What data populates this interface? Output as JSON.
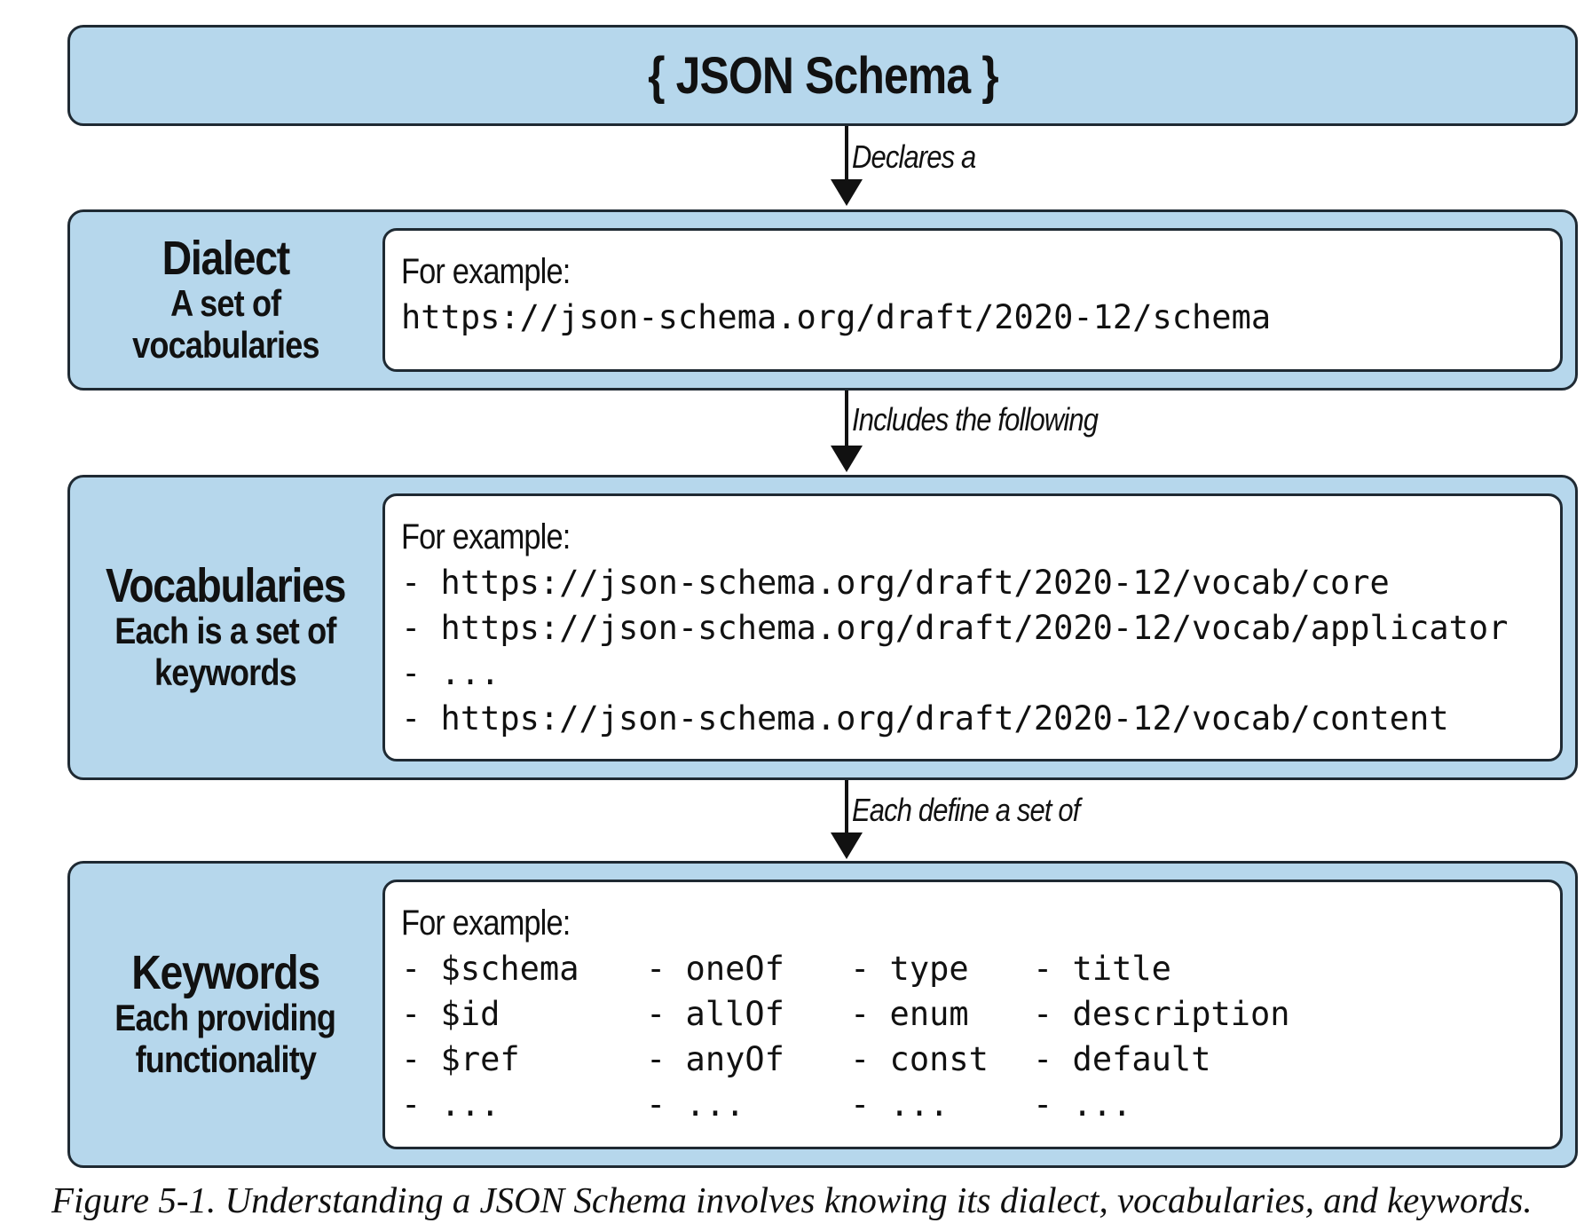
{
  "diagram": {
    "top_box": {
      "title": "{ JSON Schema }"
    },
    "arrows": [
      {
        "label": "Declares a"
      },
      {
        "label": "Includes the following"
      },
      {
        "label": "Each define a set of"
      }
    ],
    "dialect": {
      "title": "Dialect",
      "subtitle_line1": "A set of",
      "subtitle_line2": "vocabularies",
      "example_heading": "For example:",
      "example_url": "https://json-schema.org/draft/2020-12/schema"
    },
    "vocabularies": {
      "title": "Vocabularies",
      "subtitle_line1": "Each is a set of",
      "subtitle_line2": "keywords",
      "example_heading": "For example:",
      "items": [
        "- https://json-schema.org/draft/2020-12/vocab/core",
        "- https://json-schema.org/draft/2020-12/vocab/applicator",
        "- ...",
        "- https://json-schema.org/draft/2020-12/vocab/content"
      ]
    },
    "keywords": {
      "title": "Keywords",
      "subtitle_line1": "Each providing",
      "subtitle_line2": "functionality",
      "example_heading": "For example:",
      "rows": [
        [
          "- $schema",
          "- oneOf",
          "- type",
          "- title"
        ],
        [
          "- $id",
          "- allOf",
          "- enum",
          "- description"
        ],
        [
          "- $ref",
          "- anyOf",
          "- const",
          "- default"
        ],
        [
          "- ...",
          "- ...",
          "- ...",
          "- ..."
        ]
      ]
    }
  },
  "caption": "Figure 5-1. Understanding a JSON Schema involves knowing its dialect, vocabularies, and keywords.",
  "colors": {
    "band_fill": "#b6d7ec",
    "border": "#1f2a33",
    "box_fill": "#ffffff"
  }
}
